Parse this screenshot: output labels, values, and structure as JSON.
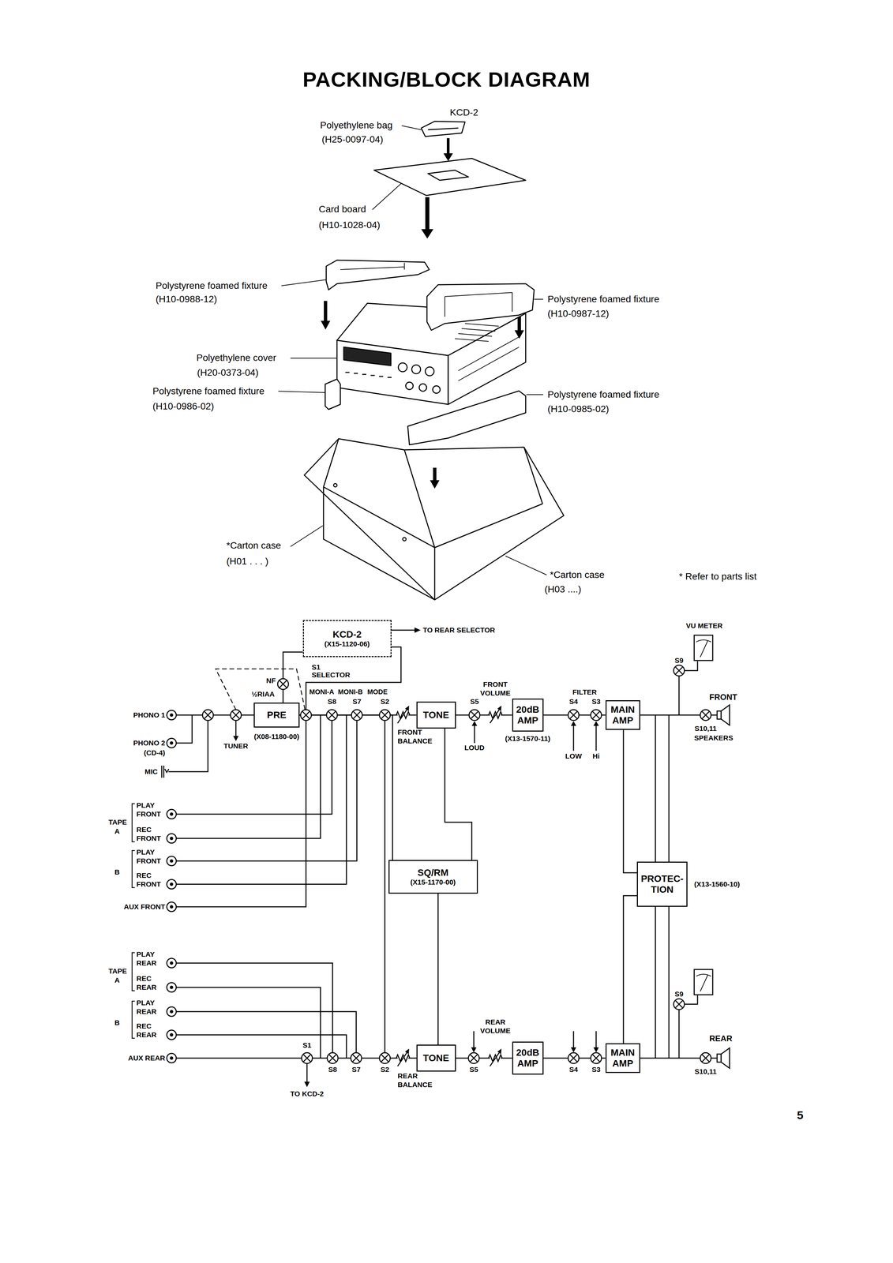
{
  "diagram": {
    "title": "PACKING/BLOCK DIAGRAM",
    "nodes": [
      {
        "text": [
          "KCD-2",
          "(X15-1120-06)"
        ]
      },
      {
        "text": [
          "PRE"
        ]
      },
      {
        "text": [
          "TONE"
        ]
      },
      {
        "text": [
          "20dB AMP"
        ]
      },
      {
        "text": [
          "MAIN AMP"
        ]
      },
      {
        "text": [
          "SQ/RM",
          "(X15-1170-00)"
        ]
      },
      {
        "text": [
          "PROTEC- TION"
        ]
      },
      {
        "text": [
          "TONE"
        ]
      },
      {
        "text": [
          "20dB AMP"
        ]
      },
      {
        "text": [
          "MAIN AMP"
        ]
      }
    ],
    "edges": [
      {
        "from": 1,
        "to": 2,
        "arrow": "none"
      },
      {
        "from": 2,
        "to": 3,
        "arrow": "none"
      },
      {
        "from": 3,
        "to": 4,
        "arrow": "none"
      },
      {
        "from": 7,
        "to": 8,
        "arrow": "none"
      },
      {
        "from": 8,
        "to": 9,
        "arrow": "none"
      },
      {
        "from": 4,
        "to": 6,
        "arrow": "none"
      },
      {
        "from": 9,
        "to": 6,
        "arrow": "none"
      },
      {
        "from": 0,
        "to": 1,
        "arrow": "none"
      },
      {
        "from": 1,
        "to": 5,
        "arrow": "none"
      },
      {
        "from": 5,
        "to": 2,
        "arrow": "none"
      },
      {
        "from": 5,
        "to": 7,
        "arrow": "none"
      }
    ],
    "labels": [
      "KCD-2",
      "Polyethylene bag",
      "(H25-0097-04)",
      "Card board",
      "(H10-1028-04)",
      "Polystyrene foamed fixture",
      "(H10-0988-12)",
      "Polystyrene foamed fixture",
      "(H10-0987-12)",
      "Polyethylene cover",
      "(H20-0373-04)",
      "Polystyrene foamed fixture",
      "(H10-0986-02)",
      "Polystyrene foamed fixture",
      "(H10-0985-02)",
      "*Carton case",
      "(H01 . . . )",
      "*Carton case",
      "(H03 ....)",
      "* Refer to parts list",
      "TO REAR SELECTOR",
      "S1",
      "SELECTOR",
      "NF",
      "½RIAA",
      "MONI-A",
      "MONI-B",
      "MODE",
      "S8",
      "S7",
      "S2",
      "FRONT VOLUME",
      "S5",
      "FILTER",
      "S4",
      "S3",
      "PHONO 1",
      "PHONO 2",
      "(CD-4)",
      "MIC",
      "TUNER",
      "(X08-1180-00)",
      "FRONT BALANCE",
      "LOUD",
      "(X13-1570-11)",
      "LOW",
      "Hi",
      "VU METER",
      "S9",
      "FRONT",
      "S10,11",
      "SPEAKERS",
      "TAPE",
      "A",
      "PLAY FRONT",
      "REC FRONT",
      "B",
      "PLAY FRONT",
      "REC FRONT",
      "AUX FRONT",
      "(X13-1560-10)",
      "TAPE",
      "A",
      "PLAY REAR",
      "REC REAR",
      "B",
      "PLAY REAR",
      "REC REAR",
      "AUX REAR",
      "S1",
      "TO KCD-2",
      "S8",
      "S7",
      "S2",
      "REAR BALANCE",
      "REAR VOLUME",
      "S5",
      "S4",
      "S3",
      "S9",
      "REAR",
      "S10,11",
      "5"
    ]
  }
}
